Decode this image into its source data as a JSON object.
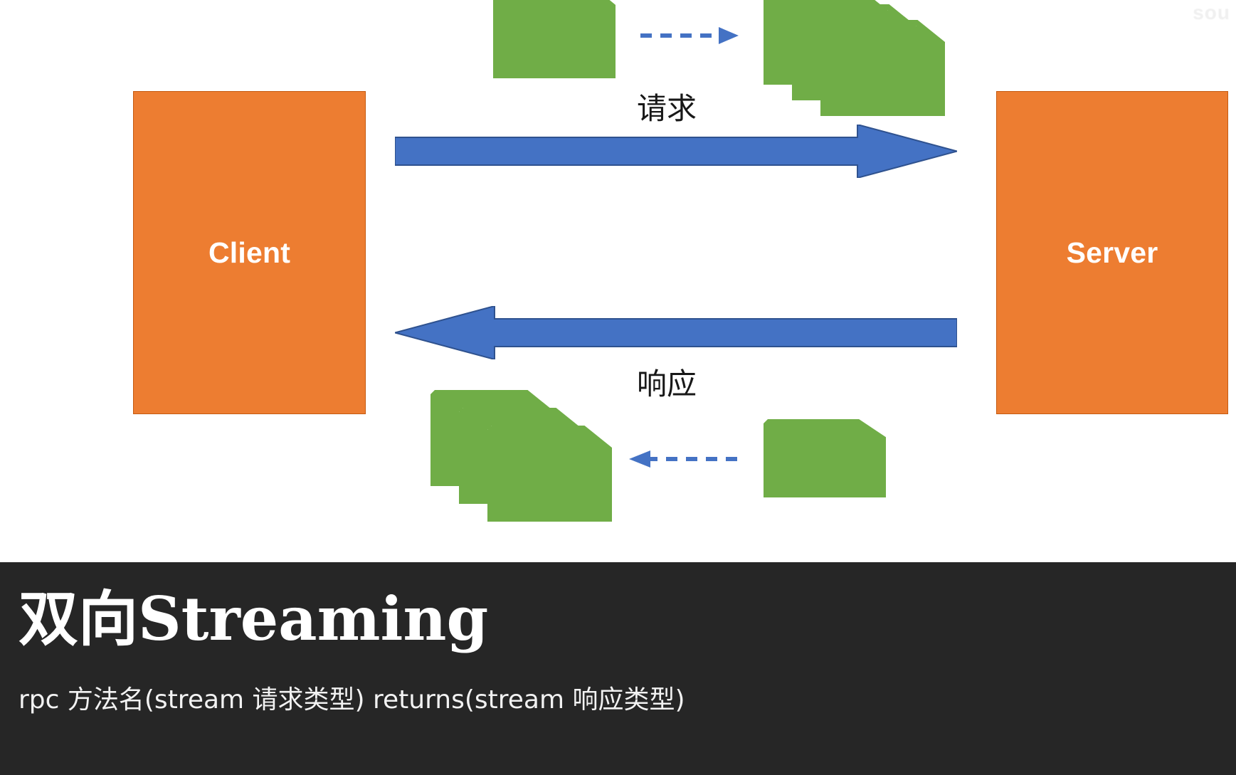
{
  "slide": {
    "background_color": "#ffffff",
    "caption_background_color": "#262626",
    "watermark_text": "sou"
  },
  "diagram": {
    "type": "sequence-flow",
    "colors": {
      "endpoint_fill": "#ED7D31",
      "endpoint_border": "#C55A11",
      "arrow_blue": "#4472C4",
      "document_green": "#70AD47",
      "label_text": "#181818"
    },
    "endpoints": [
      {
        "id": "client",
        "label": "Client"
      },
      {
        "id": "server",
        "label": "Server"
      }
    ],
    "flows": [
      {
        "id": "request",
        "label": "请求",
        "direction": "right",
        "from": "Client",
        "to": "Server",
        "arrow_style": "solid-block"
      },
      {
        "id": "response",
        "label": "响应",
        "direction": "left",
        "from": "Server",
        "to": "Client",
        "arrow_style": "solid-block"
      }
    ],
    "message_groups": [
      {
        "id": "request-source",
        "kind": "document",
        "count": 1,
        "position": "top-left"
      },
      {
        "id": "request-target",
        "kind": "document-stack",
        "count": 3,
        "position": "top-right"
      },
      {
        "id": "response-source",
        "kind": "document",
        "count": 1,
        "position": "bottom-right"
      },
      {
        "id": "response-target",
        "kind": "document-stack",
        "count": 3,
        "position": "bottom-left"
      }
    ],
    "connectors": [
      {
        "id": "dashed-top",
        "direction": "right",
        "style": "dashed"
      },
      {
        "id": "dashed-bottom",
        "direction": "left",
        "style": "dashed"
      }
    ]
  },
  "caption": {
    "title": "双向Streaming",
    "subtitle": "rpc 方法名(stream 请求类型) returns(stream 响应类型)"
  }
}
